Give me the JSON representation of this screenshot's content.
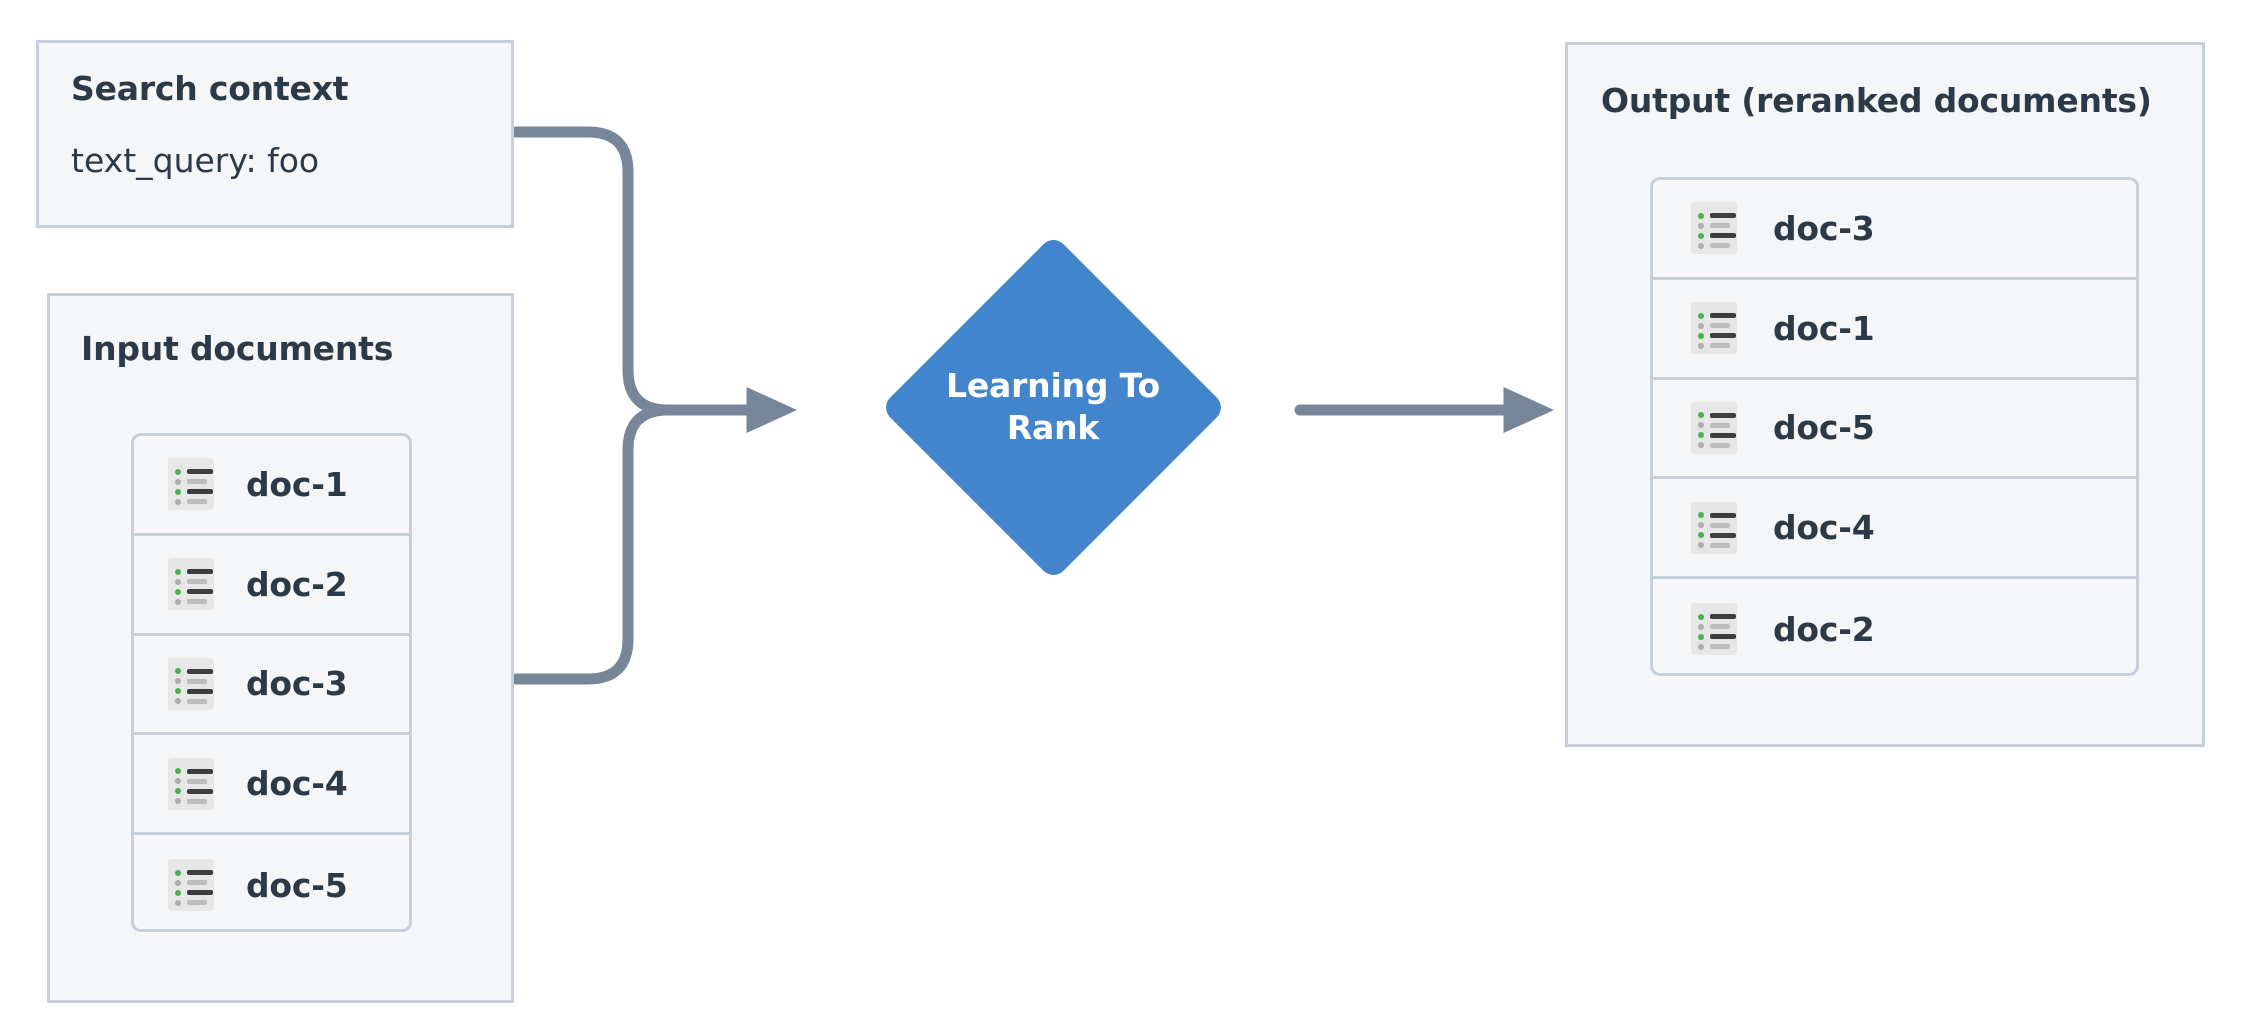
{
  "diagram": {
    "title": "Learning To Rank reranking flow",
    "background_color": "#ffffff",
    "panel_bg": "#f4f6f8",
    "panel_border": "#c6d0da",
    "text_color": "#2c3a47",
    "accent_color": "#4285cd",
    "connector_color": "#778699",
    "icon_bg": "#e7e7e7",
    "icon_dot_green": "#4caf50",
    "icon_dot_gray": "#adadad",
    "icon_bar_dark": "#3d3d3d",
    "icon_bar_gray": "#bdbdbd"
  },
  "search_context": {
    "title": "Search context",
    "query_line": "text_query: foo"
  },
  "input_documents": {
    "title": "Input documents",
    "items": [
      {
        "label": "doc-1",
        "icon": "document-list-icon"
      },
      {
        "label": "doc-2",
        "icon": "document-list-icon"
      },
      {
        "label": "doc-3",
        "icon": "document-list-icon"
      },
      {
        "label": "doc-4",
        "icon": "document-list-icon"
      },
      {
        "label": "doc-5",
        "icon": "document-list-icon"
      }
    ]
  },
  "process_node": {
    "label_line_1": "Learning To",
    "label_line_2": "Rank",
    "shape": "diamond"
  },
  "output_documents": {
    "title": "Output (reranked documents)",
    "items": [
      {
        "label": "doc-3",
        "icon": "document-list-icon"
      },
      {
        "label": "doc-1",
        "icon": "document-list-icon"
      },
      {
        "label": "doc-5",
        "icon": "document-list-icon"
      },
      {
        "label": "doc-4",
        "icon": "document-list-icon"
      },
      {
        "label": "doc-2",
        "icon": "document-list-icon"
      }
    ]
  },
  "connectors": [
    {
      "from": "search-context",
      "to": "learning-to-rank",
      "style": "elbow-merge"
    },
    {
      "from": "input-documents",
      "to": "learning-to-rank",
      "style": "elbow-merge"
    },
    {
      "from": "learning-to-rank",
      "to": "output-documents",
      "style": "straight-arrow"
    }
  ]
}
